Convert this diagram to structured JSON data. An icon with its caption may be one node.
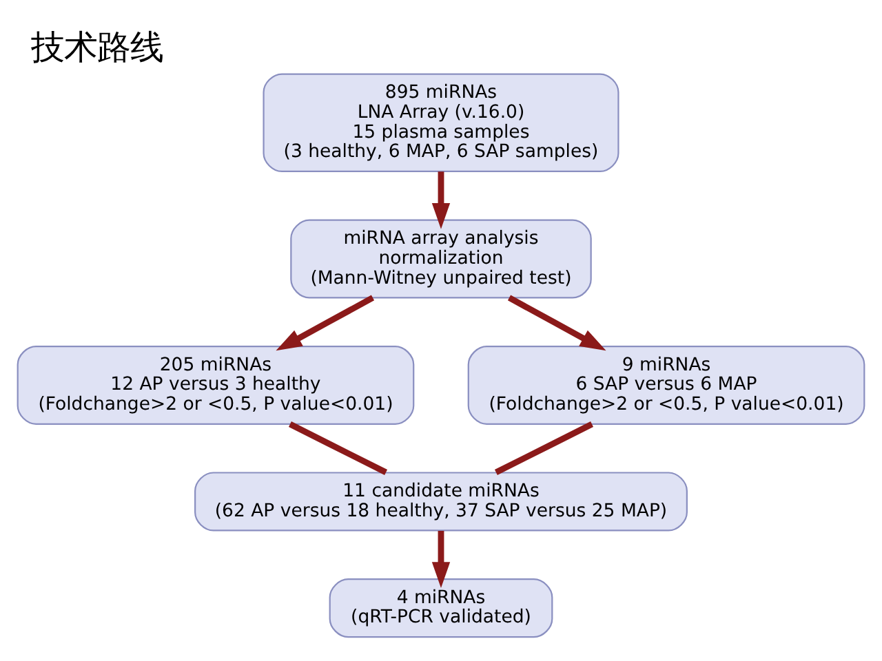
{
  "diagram": {
    "title": "技术路线",
    "nodes": [
      {
        "text": [
          "895 miRNAs",
          "LNA Array (v.16.0)",
          "15 plasma samples",
          "(3 healthy, 6 MAP, 6 SAP samples)"
        ]
      },
      {
        "text": [
          "miRNA array analysis",
          "normalization",
          "(Mann-Witney unpaired test)"
        ]
      },
      {
        "text": [
          "205 miRNAs",
          "12 AP versus 3 healthy",
          "(Foldchange>2 or <0.5, P value<0.01)"
        ]
      },
      {
        "text": [
          "9 miRNAs",
          "6 SAP versus 6 MAP",
          "(Foldchange>2 or <0.5, P value<0.01)"
        ]
      },
      {
        "text": [
          "11 candidate miRNAs",
          "(62 AP versus 18 healthy, 37 SAP versus 25 MAP)"
        ]
      },
      {
        "text": [
          "4 miRNAs",
          "(qRT-PCR validated)"
        ]
      }
    ],
    "edges": [
      {
        "from": 0,
        "to": 1,
        "arrow": "to"
      },
      {
        "from": 1,
        "to": 2,
        "arrow": "to"
      },
      {
        "from": 1,
        "to": 3,
        "arrow": "to"
      },
      {
        "from": 2,
        "to": 4,
        "arrow": "none"
      },
      {
        "from": 3,
        "to": 4,
        "arrow": "none"
      },
      {
        "from": 4,
        "to": 5,
        "arrow": "to"
      }
    ]
  }
}
